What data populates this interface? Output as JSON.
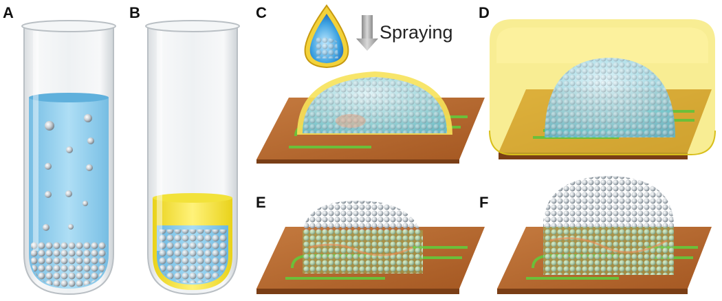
{
  "figure": {
    "panels": [
      {
        "label": "A",
        "description_icon": "test-tube-with-beads-in-liquid"
      },
      {
        "label": "B",
        "description_icon": "test-tube-with-beads-and-yellow-layer"
      },
      {
        "label": "C",
        "description_icon": "droplet-sprayed-onto-circuit-board"
      },
      {
        "label": "D",
        "description_icon": "dome-encapsulated-in-yellow-block"
      },
      {
        "label": "E",
        "description_icon": "bead-dome-on-circuit-board"
      },
      {
        "label": "F",
        "description_icon": "bead-dome-on-circuit-board-final"
      }
    ],
    "spray_label": "Spraying"
  },
  "colors": {
    "liquid_blue": "#7ec8ee",
    "yellow": "#f5e33a",
    "board": "#b5652c",
    "trace_green": "#6bbf3a",
    "bead_gray": "#bfc6cc"
  }
}
